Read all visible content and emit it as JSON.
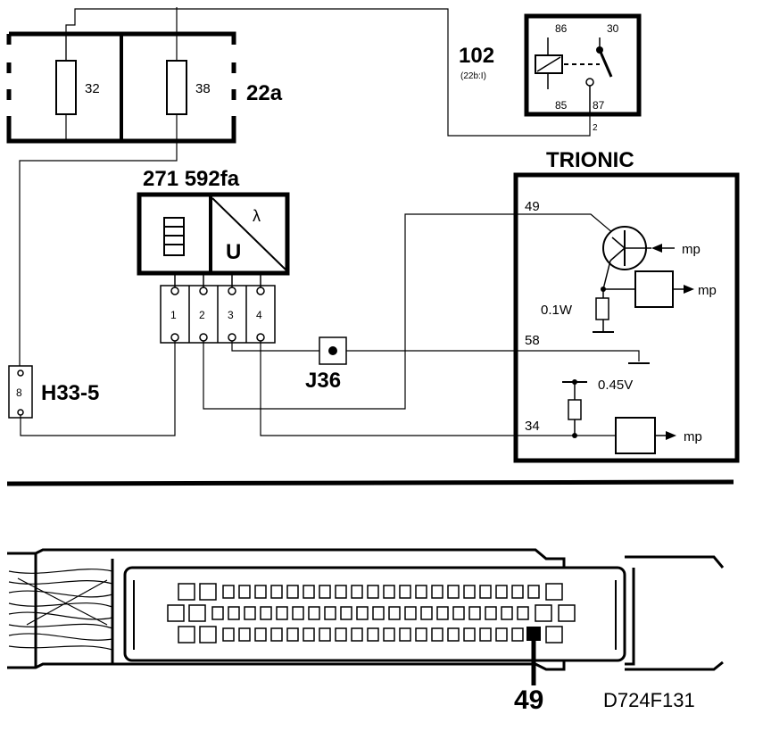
{
  "fuse_box": {
    "label": "22a",
    "fuse_left": "32",
    "fuse_right": "38"
  },
  "relay": {
    "number": "102",
    "ref": "(22b:I)",
    "pin_86": "86",
    "pin_30": "30",
    "pin_85": "85",
    "pin_87": "87",
    "wire": "2"
  },
  "sensor": {
    "label": "271 592fa",
    "output": "U",
    "curve_symbol": "λ",
    "pins": [
      "1",
      "2",
      "3",
      "4"
    ]
  },
  "connector_h33": {
    "label": "H33-5",
    "pin": "8"
  },
  "junction": {
    "label": "J36"
  },
  "trionic": {
    "title": "TRIONIC",
    "pin_49": "49",
    "pin_58": "58",
    "pin_34": "34",
    "resistor_label": "0.1W",
    "ref_voltage": "0.45V",
    "mp_1": "mp",
    "mp_2": "mp",
    "mp_3": "mp"
  },
  "ecu_connector": {
    "pin_callout": "49"
  },
  "figure_code": "D724F131"
}
